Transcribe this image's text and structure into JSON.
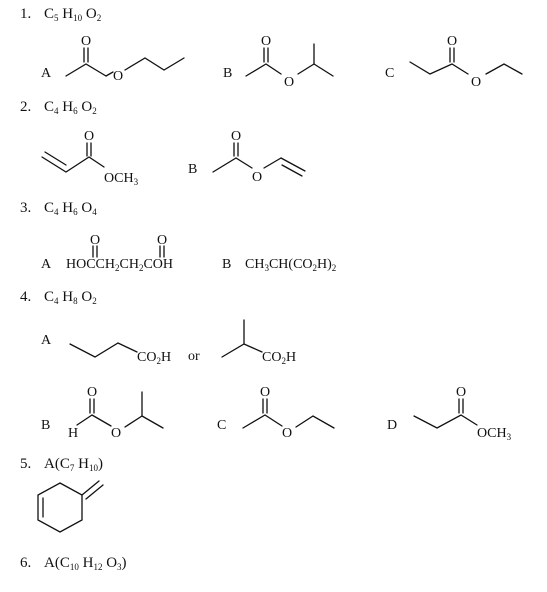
{
  "problems": [
    {
      "num": "1.",
      "formula_html": "C<sub>5</sub> H<sub>10</sub> O<sub>2</sub>",
      "options": [
        "A",
        "B",
        "C"
      ]
    },
    {
      "num": "2.",
      "formula_html": "C<sub>4</sub> H<sub>6</sub> O<sub>2</sub>",
      "options": [
        "B"
      ]
    },
    {
      "num": "3.",
      "formula_html": "C<sub>4</sub> H<sub>6</sub> O<sub>4</sub>",
      "options": [
        "A",
        "B"
      ]
    },
    {
      "num": "4.",
      "formula_html": "C<sub>4</sub> H<sub>8</sub> O<sub>2</sub>",
      "options": [
        "A",
        "B",
        "C",
        "D"
      ]
    },
    {
      "num": "5.",
      "formula_html": "A(C<sub>7</sub> H<sub>10</sub>)"
    },
    {
      "num": "6.",
      "formula_html": "A(C<sub>10</sub> H<sub>12</sub> O<sub>3</sub>)"
    }
  ],
  "atoms": {
    "O": "O",
    "OCH3": "OCH",
    "OCH3_sub": "3",
    "H": "H",
    "CO2H_a": "CO",
    "CO2H_sub": "2",
    "CO2H_b": "H",
    "or": "or"
  },
  "p3": {
    "a_line_html": "HOCCH<sub>2</sub>CH<sub>2</sub>COH",
    "b_line_html": "CH<sub>3</sub>CH(CO<sub>2</sub>H)<sub>2</sub>"
  }
}
